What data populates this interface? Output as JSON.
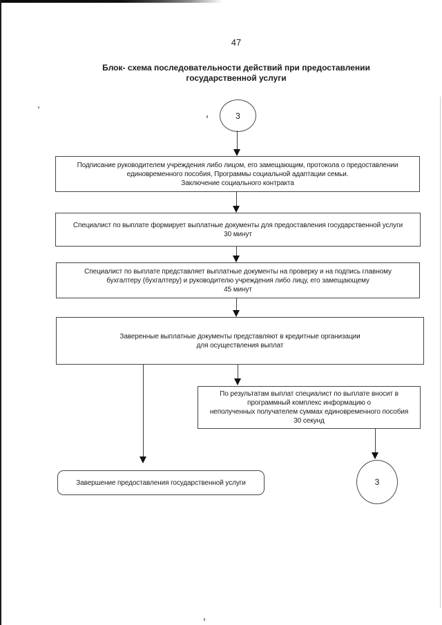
{
  "page": {
    "number": "47"
  },
  "title": {
    "line1": "Блок- схема последовательности действий при предоставлении",
    "line2": "государственной услуги"
  },
  "flowchart": {
    "start_connector": "3",
    "end_connector": "3",
    "box_signing": {
      "line1": "Подписание руководителем учреждения либо лицом, его замещающим, протокола о предоставлении",
      "line2": "единовременного пособия, Программы социальной адаптации семьи.",
      "line3": "Заключение социального контракта"
    },
    "box_form_documents": {
      "line1": "Специалист по выплате формирует выплатные документы для предоставления государственной услуги",
      "line2": "30 минут"
    },
    "box_review_sign": {
      "line1": "Специалист по выплате представляет выплатные документы на проверку и на подпись главному",
      "line2": "бухгалтеру (бухгалтеру) и руководителю учреждения либо лицу, его замещающему",
      "line3": "45 минут"
    },
    "box_credit_orgs": {
      "line1": "Заверенные выплатные документы представляют в кредитные организации",
      "line2": "для осуществления выплат"
    },
    "box_program_complex": {
      "line1": "По результатам выплат специалист по выплате вносит в",
      "line2": "программный комплекс информацию о",
      "line3": "неполученных получателем суммах единовременного пособия",
      "line4": "30 секунд"
    },
    "box_completion": {
      "line1": "Завершение предоставления государственной услуги"
    }
  }
}
